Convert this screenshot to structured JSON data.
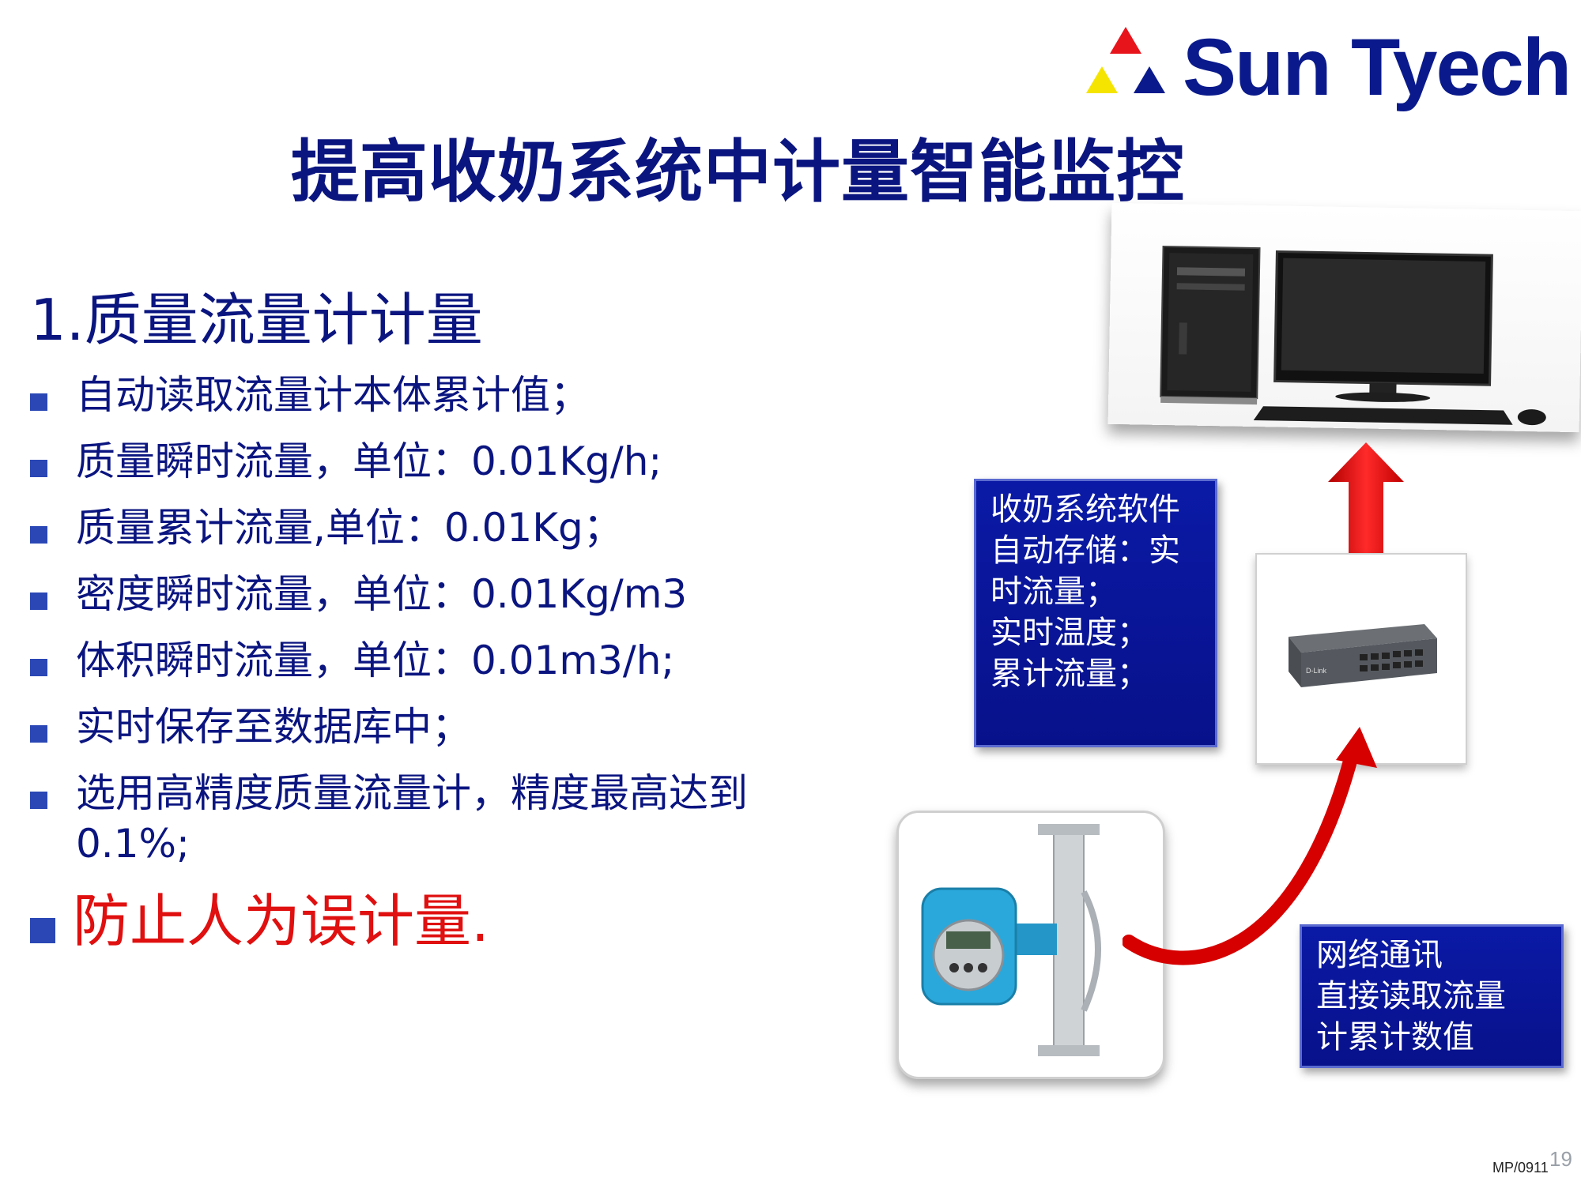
{
  "logo": {
    "text": "Sun Tyech",
    "colors": [
      "#e8141c",
      "#f5e400",
      "#0a1a8c"
    ]
  },
  "title": "提高收奶系统中计量智能监控",
  "section": {
    "heading": "1.质量流量计计量"
  },
  "bullets": [
    "自动读取流量计本体累计值；",
    "质量瞬时流量，单位：0.01Kg/h;",
    "质量累计流量,单位：0.01Kg；",
    "密度瞬时流量，单位：0.01Kg/m3",
    "体积瞬时流量，单位：0.01m3/h;",
    "实时保存至数据库中；",
    "选用高精度质量流量计，精度最高达到0.1%;"
  ],
  "highlight_bullet": "防止人为误计量.",
  "software_box": {
    "lines": [
      "收奶系统软件",
      "自动存储：实",
      "时流量；",
      "实时温度；",
      "累计流量；"
    ]
  },
  "network_box": {
    "lines": [
      "网络通讯",
      "直接读取流量",
      "计累计数值"
    ]
  },
  "switch_brand": "D-Link",
  "footer": {
    "code": "MP/0911",
    "page_number": "19"
  },
  "colors": {
    "title": "#0b1580",
    "bullet": "#2a47b5",
    "highlight": "#e01010",
    "box": "#0b1aa6",
    "arrow": "#e01010"
  }
}
